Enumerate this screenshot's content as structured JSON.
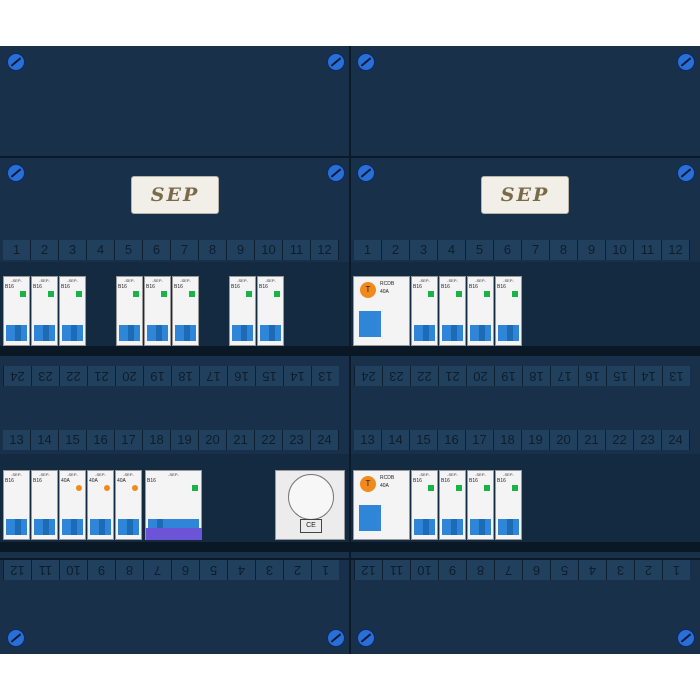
{
  "brand": {
    "logo_text": "SEP"
  },
  "rows": {
    "row1_top_numbers": [
      "1",
      "2",
      "3",
      "4",
      "5",
      "6",
      "7",
      "8",
      "9",
      "10",
      "11",
      "12"
    ],
    "row1_bottom_numbers": [
      "24",
      "23",
      "22",
      "21",
      "20",
      "19",
      "18",
      "17",
      "16",
      "15",
      "14",
      "13"
    ],
    "row2_top_numbers": [
      "13",
      "14",
      "15",
      "16",
      "17",
      "18",
      "19",
      "20",
      "21",
      "22",
      "23",
      "24"
    ],
    "row2_bottom_numbers": [
      "12",
      "11",
      "10",
      "9",
      "8",
      "7",
      "6",
      "5",
      "4",
      "3",
      "2",
      "1"
    ]
  },
  "devices": {
    "mcb_label": "B16",
    "mcb_brand": "-SEP-",
    "rcd_rating": "40A",
    "rcd_type": "RCDB",
    "rcd_test": "T",
    "socket_mark": "CE"
  },
  "colors": {
    "cabinet": "#183049",
    "screw": "#2a6fd6",
    "breaker_blue": "#2f86d9",
    "indicator_green": "#19b34a",
    "rcd_test_orange": "#f08a1c",
    "accent_purple": "#6b54d6"
  }
}
